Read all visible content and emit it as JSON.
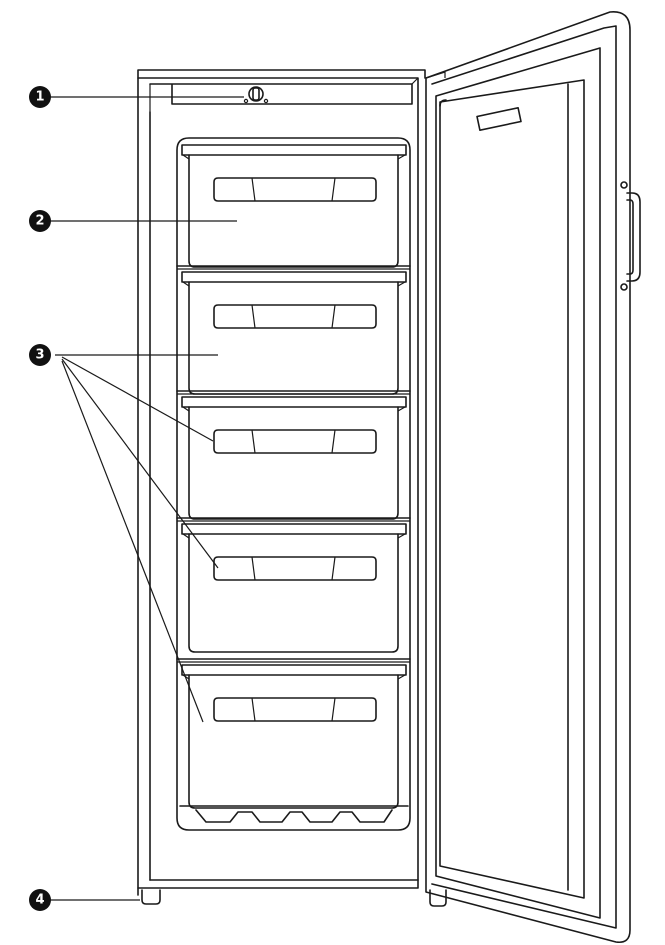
{
  "colors": {
    "ink": "#1a1a1a",
    "callout_fill": "#111111",
    "callout_text": "#ffffff",
    "background": "#ffffff"
  },
  "callouts": [
    {
      "number": "1",
      "target": "thermostat-knob"
    },
    {
      "number": "2",
      "target": "top-drawer"
    },
    {
      "number": "3",
      "target": "drawers"
    },
    {
      "number": "4",
      "target": "adjustable-feet"
    }
  ],
  "drawer_count": 5
}
